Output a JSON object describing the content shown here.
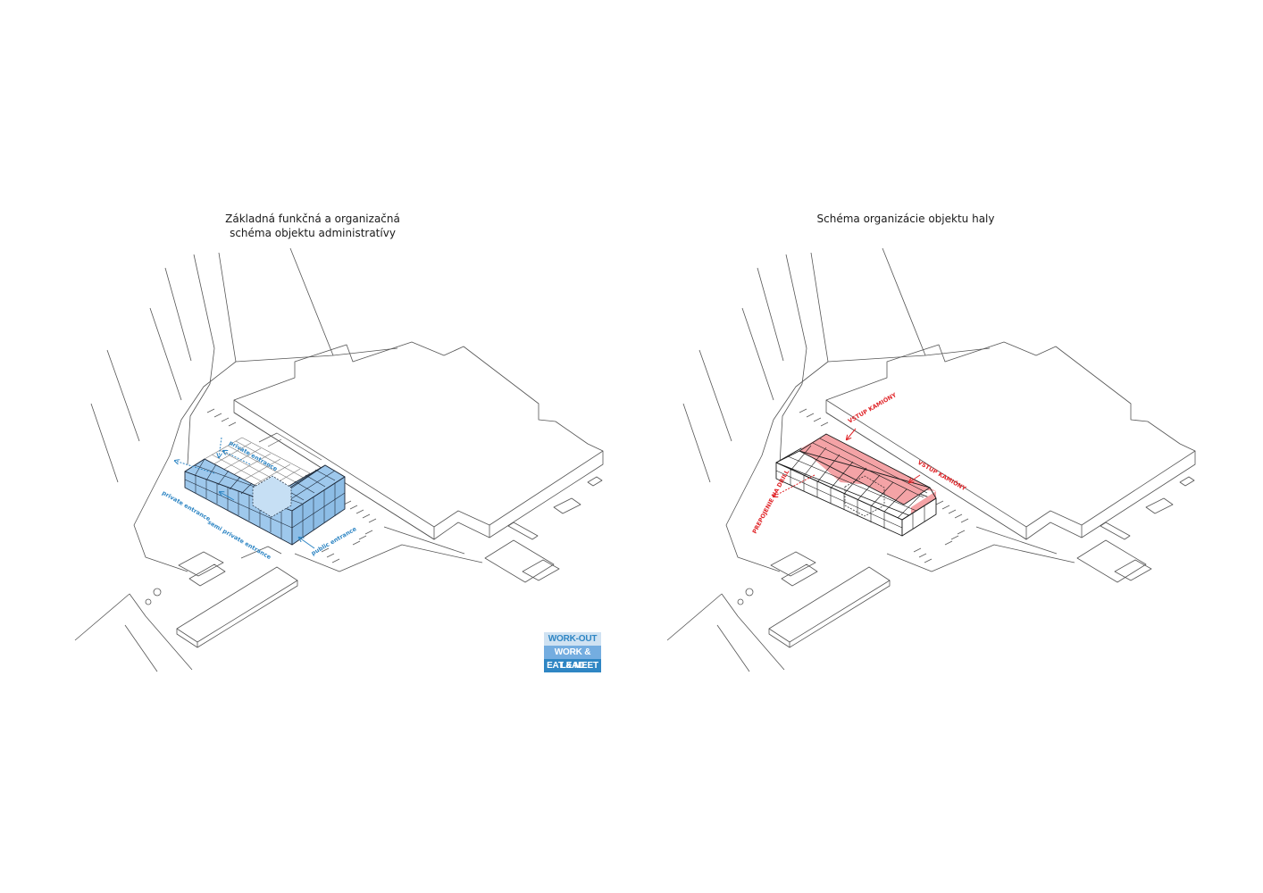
{
  "panels": {
    "left": {
      "title_lines": [
        "Základná funkčná a organizačná",
        "schéma objektu administratívy"
      ],
      "labels": {
        "private_entrance_top": "private entrance",
        "private_entrance_left": "private entrance",
        "semi_private_entrance": "semi private entrance",
        "public_entrance": "public entrance"
      }
    },
    "right": {
      "title_lines": [
        "Schéma organizácie objektu haly"
      ],
      "labels": {
        "vstup_top": "VSTUP KAMIÓNY",
        "vstup_right": "VSTUP KAMIÓNY",
        "prepojenie": "PREPOJENIE NA DRILL"
      }
    }
  },
  "legend": {
    "items": [
      "WORK-OUT",
      "WORK & LEAD",
      "EAT & MEET"
    ]
  },
  "colors": {
    "line": "#555555",
    "admin_fill": "#9ec8ec",
    "admin_stroke": "#1e2a3a",
    "hall_fill": "#f4a3a6",
    "accent_blue": "#2f86c4",
    "accent_red": "#e0262a"
  }
}
